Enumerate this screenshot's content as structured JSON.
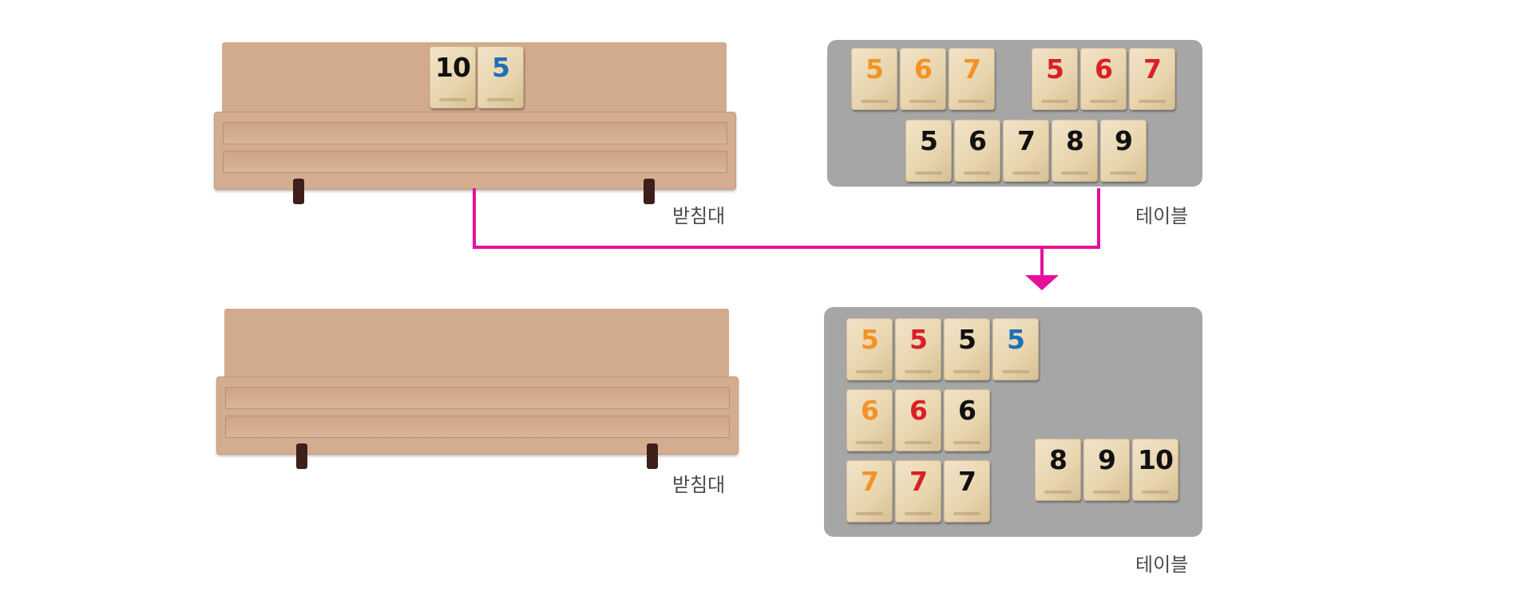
{
  "colors": {
    "black": "#111111",
    "orange": "#f39325",
    "red": "#da1f26",
    "blue": "#1d6fba",
    "arrow": "#e5109a",
    "table": "#a6a6a6",
    "rack": "#d2aa8d"
  },
  "before": {
    "rack": {
      "label": "받침대",
      "tiles": [
        {
          "number": "10",
          "color": "black"
        },
        {
          "number": "5",
          "color": "blue"
        }
      ]
    },
    "table": {
      "label": "테이블",
      "groups": [
        [
          {
            "number": "5",
            "color": "orange"
          },
          {
            "number": "6",
            "color": "orange"
          },
          {
            "number": "7",
            "color": "orange"
          }
        ],
        [
          {
            "number": "5",
            "color": "red"
          },
          {
            "number": "6",
            "color": "red"
          },
          {
            "number": "7",
            "color": "red"
          }
        ],
        [
          {
            "number": "5",
            "color": "black"
          },
          {
            "number": "6",
            "color": "black"
          },
          {
            "number": "7",
            "color": "black"
          },
          {
            "number": "8",
            "color": "black"
          },
          {
            "number": "9",
            "color": "black"
          }
        ]
      ]
    }
  },
  "after": {
    "rack": {
      "label": "받침대",
      "tiles": []
    },
    "table": {
      "label": "테이블",
      "groups": [
        [
          {
            "number": "5",
            "color": "orange"
          },
          {
            "number": "5",
            "color": "red"
          },
          {
            "number": "5",
            "color": "black"
          },
          {
            "number": "5",
            "color": "blue"
          }
        ],
        [
          {
            "number": "6",
            "color": "orange"
          },
          {
            "number": "6",
            "color": "red"
          },
          {
            "number": "6",
            "color": "black"
          }
        ],
        [
          {
            "number": "7",
            "color": "orange"
          },
          {
            "number": "7",
            "color": "red"
          },
          {
            "number": "7",
            "color": "black"
          }
        ],
        [
          {
            "number": "8",
            "color": "black"
          },
          {
            "number": "9",
            "color": "black"
          },
          {
            "number": "10",
            "color": "black"
          }
        ]
      ]
    }
  }
}
